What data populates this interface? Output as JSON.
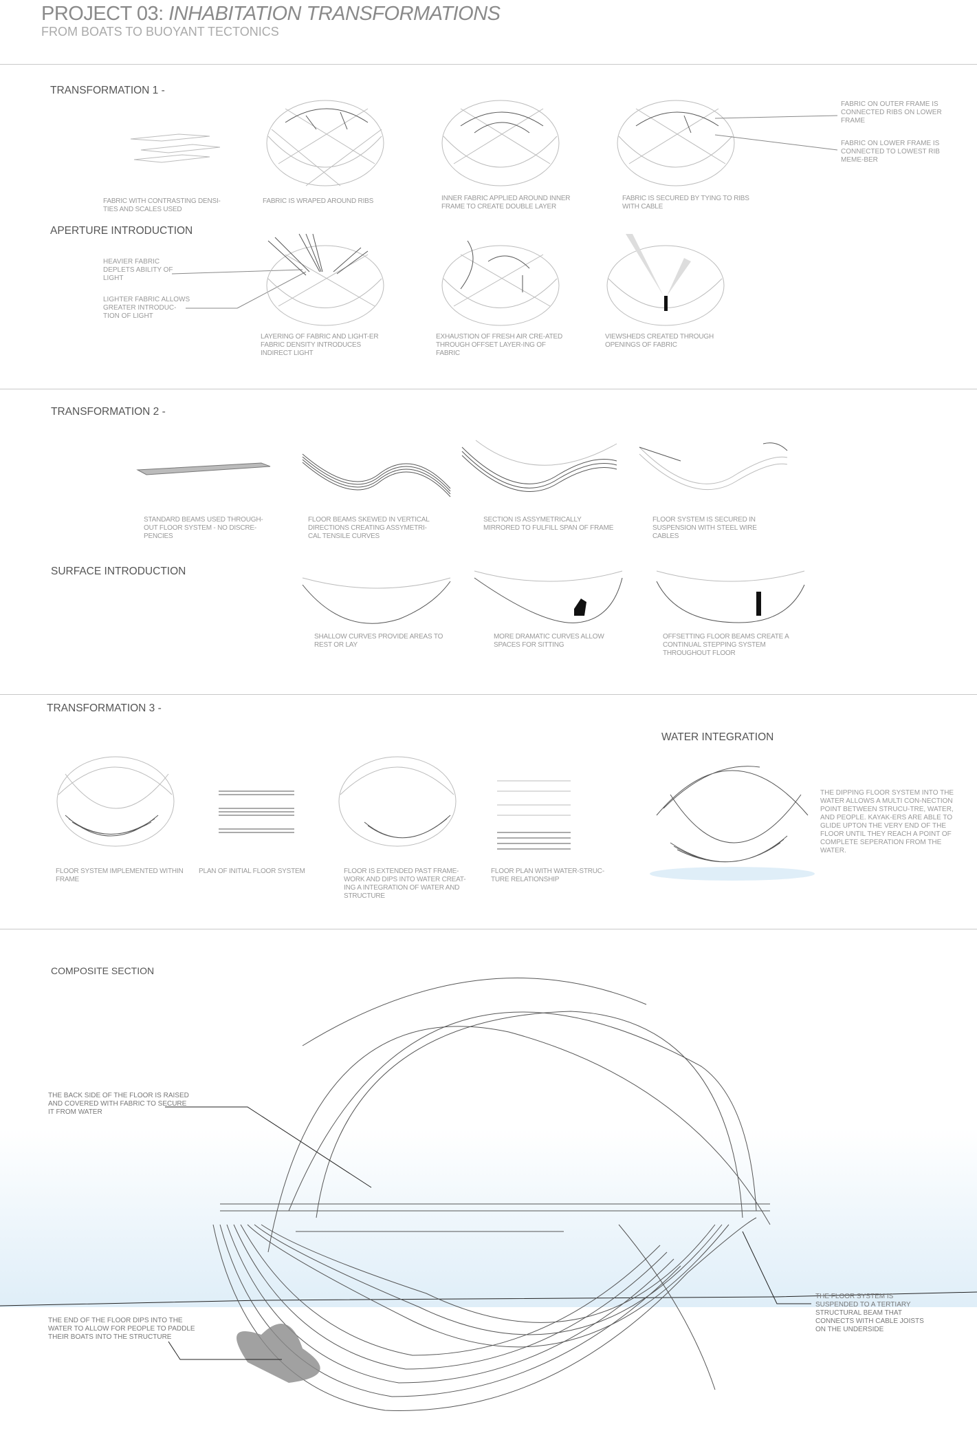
{
  "header": {
    "title_prefix": "PROJECT 03: ",
    "title_italic": "INHABITATION TRANSFORMATIONS",
    "subtitle": "FROM BOATS TO BUOYANT TECTONICS"
  },
  "transformation1": {
    "heading": "TRANSFORMATION 1 -",
    "captions": [
      "FABRIC WITH CONTRASTING DENSI-TIES AND SCALES USED",
      "FABRIC IS WRAPED AROUND RIBS",
      "INNER FABRIC APPLIED AROUND INNER FRAME TO CREATE DOUBLE LAYER",
      "FABRIC IS SECURED BY TYING TO RIBS WITH CABLE"
    ],
    "notes": [
      "FABRIC ON OUTER FRAME IS CONNECTED RIBS ON LOWER FRAME",
      "FABRIC ON LOWER FRAME IS CONNECTED TO LOWEST RIB MEME-BER"
    ],
    "aperture_heading": "APERTURE INTRODUCTION",
    "aperture_notes": [
      "HEAVIER FABRIC DEPLETS ABILITY OF LIGHT",
      "LIGHTER FABRIC ALLOWS GREATER INTRODUC-TION OF LIGHT"
    ],
    "aperture_captions": [
      "LAYERING OF FABRIC AND LIGHT-ER FABRIC DENSITY INTRODUCES INDIRECT LIGHT",
      "EXHAUSTION OF FRESH AIR CRE-ATED THROUGH OFFSET LAYER-ING OF FABRIC",
      "VIEWSHEDS CREATED THROUGH OPENINGS OF FABRIC"
    ]
  },
  "transformation2": {
    "heading": "TRANSFORMATION 2 -",
    "captions": [
      "STANDARD BEAMS USED THROUGH-OUT FLOOR SYSTEM - NO DISCRE-PENCIES",
      "FLOOR BEAMS SKEWED IN VERTICAL DIRECTIONS CREATING ASSYMETRI-CAL TENSILE CURVES",
      "SECTION IS ASSYMETRICALLY MIRRORED TO FULFILL SPAN OF FRAME",
      "FLOOR SYSTEM IS SECURED IN SUSPENSION WITH STEEL WIRE CABLES"
    ],
    "surface_heading": "SURFACE INTRODUCTION",
    "surface_captions": [
      "SHALLOW CURVES PROVIDE AREAS TO REST OR LAY",
      "MORE DRAMATIC CURVES ALLOW SPACES FOR SITTING",
      "OFFSETTING FLOOR BEAMS CREATE A CONTINUAL STEPPING SYSTEM THROUGHOUT FLOOR"
    ]
  },
  "transformation3": {
    "heading": "TRANSFORMATION 3 -",
    "captions": [
      "FLOOR SYSTEM IMPLEMENTED WITHIN FRAME",
      "PLAN OF INITIAL FLOOR SYSTEM",
      "FLOOR IS EXTENDED PAST FRAME-WORK AND DIPS INTO WATER CREAT-ING A INTEGRATION OF WATER AND STRUCTURE",
      "FLOOR PLAN WITH WATER-STRUC-TURE RELATIONSHIP"
    ],
    "water_heading": "WATER INTEGRATION",
    "water_note": "THE DIPPING FLOOR SYSTEM INTO THE WATER ALLOWS A MULTI CON-NECTION POINT BETWEEN STRUCU-TRE, WATER, AND PEOPLE. KAYAK-ERS ARE ABLE TO GLIDE UPTON THE VERY END OF THE FLOOR UNTIL THEY REACH A POINT OF COMPLETE SEPERATION FROM THE WATER."
  },
  "composite": {
    "heading": "COMPOSITE SECTION",
    "notes": [
      "THE BACK SIDE OF THE FLOOR IS RAISED AND COVERED WITH FABRIC TO SECURE IT FROM WATER",
      "THE END OF THE FLOOR DIPS INTO THE WATER TO ALLOW FOR PEOPLE TO PADDLE THEIR BOATS INTO THE STRUCTURE",
      "THE FLOOR SYSTEM IS SUSPENDED TO A TERTIARY STRUCTURAL BEAM THAT CONNECTS WITH CABLE JOISTS ON THE UNDERSIDE"
    ]
  },
  "colors": {
    "water": "#dfeef8",
    "text": "#999999",
    "heading": "#555555"
  }
}
